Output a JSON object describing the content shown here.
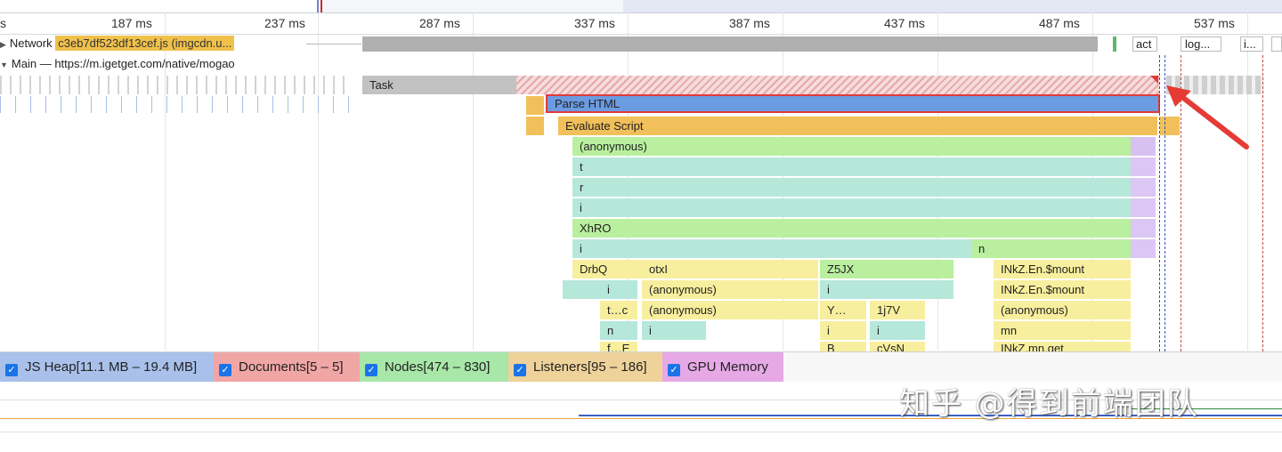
{
  "ruler": {
    "ticks": [
      "s",
      "187 ms",
      "237 ms",
      "287 ms",
      "337 ms",
      "387 ms",
      "437 ms",
      "487 ms",
      "537 ms"
    ]
  },
  "network_track": {
    "label": "Network",
    "file": "c3eb7df523df13cef.js (imgcdn.u...",
    "events": [
      "act",
      "log...",
      "i..."
    ]
  },
  "main_track": {
    "label": "Main — https://m.igetget.com/native/mogao"
  },
  "flame": {
    "task": "Task",
    "parse_html": "Parse HTML",
    "evaluate_script": "Evaluate Script",
    "anonymous": "(anonymous)",
    "row_t": "t",
    "row_r": "r",
    "row_i": "i",
    "xhro": "XhRO",
    "row_i2": "i",
    "row_n": "n",
    "drbq": "DrbQ",
    "otxl": "otxI",
    "z5jx": "Z5JX",
    "inkz_mount_1": "INkZ.En.$mount",
    "i_small": "i",
    "anon_2": "(anonymous)",
    "i_small_2": "i",
    "inkz_mount_2": "INkZ.En.$mount",
    "t_c": "t…c",
    "anon_3": "(anonymous)",
    "y_dots": "Y…",
    "j7v": "1j7V",
    "anon_4": "(anonymous)",
    "n_small": "n",
    "i_small_3": "i",
    "i_small_4": "i",
    "i_small_5": "i",
    "mn": "mn",
    "f_e": "f…E",
    "b_cut": "B",
    "cvsn": "cVsN",
    "inkz_cut": "INkZ.mn.get"
  },
  "legend": {
    "js_heap": "JS Heap[11.1 MB – 19.4 MB]",
    "documents": "Documents[5 – 5]",
    "nodes": "Nodes[474 – 830]",
    "listeners": "Listeners[95 – 186]",
    "gpu_memory": "GPU Memory"
  },
  "colors": {
    "js_heap": "#a9c1ea",
    "documents": "#f1a6a6",
    "nodes": "#a8e7a8",
    "listeners": "#efd29a",
    "gpu_memory": "#e6a9e6",
    "highlight": "#e03a3a"
  },
  "watermark": "知乎 @得到前端团队"
}
